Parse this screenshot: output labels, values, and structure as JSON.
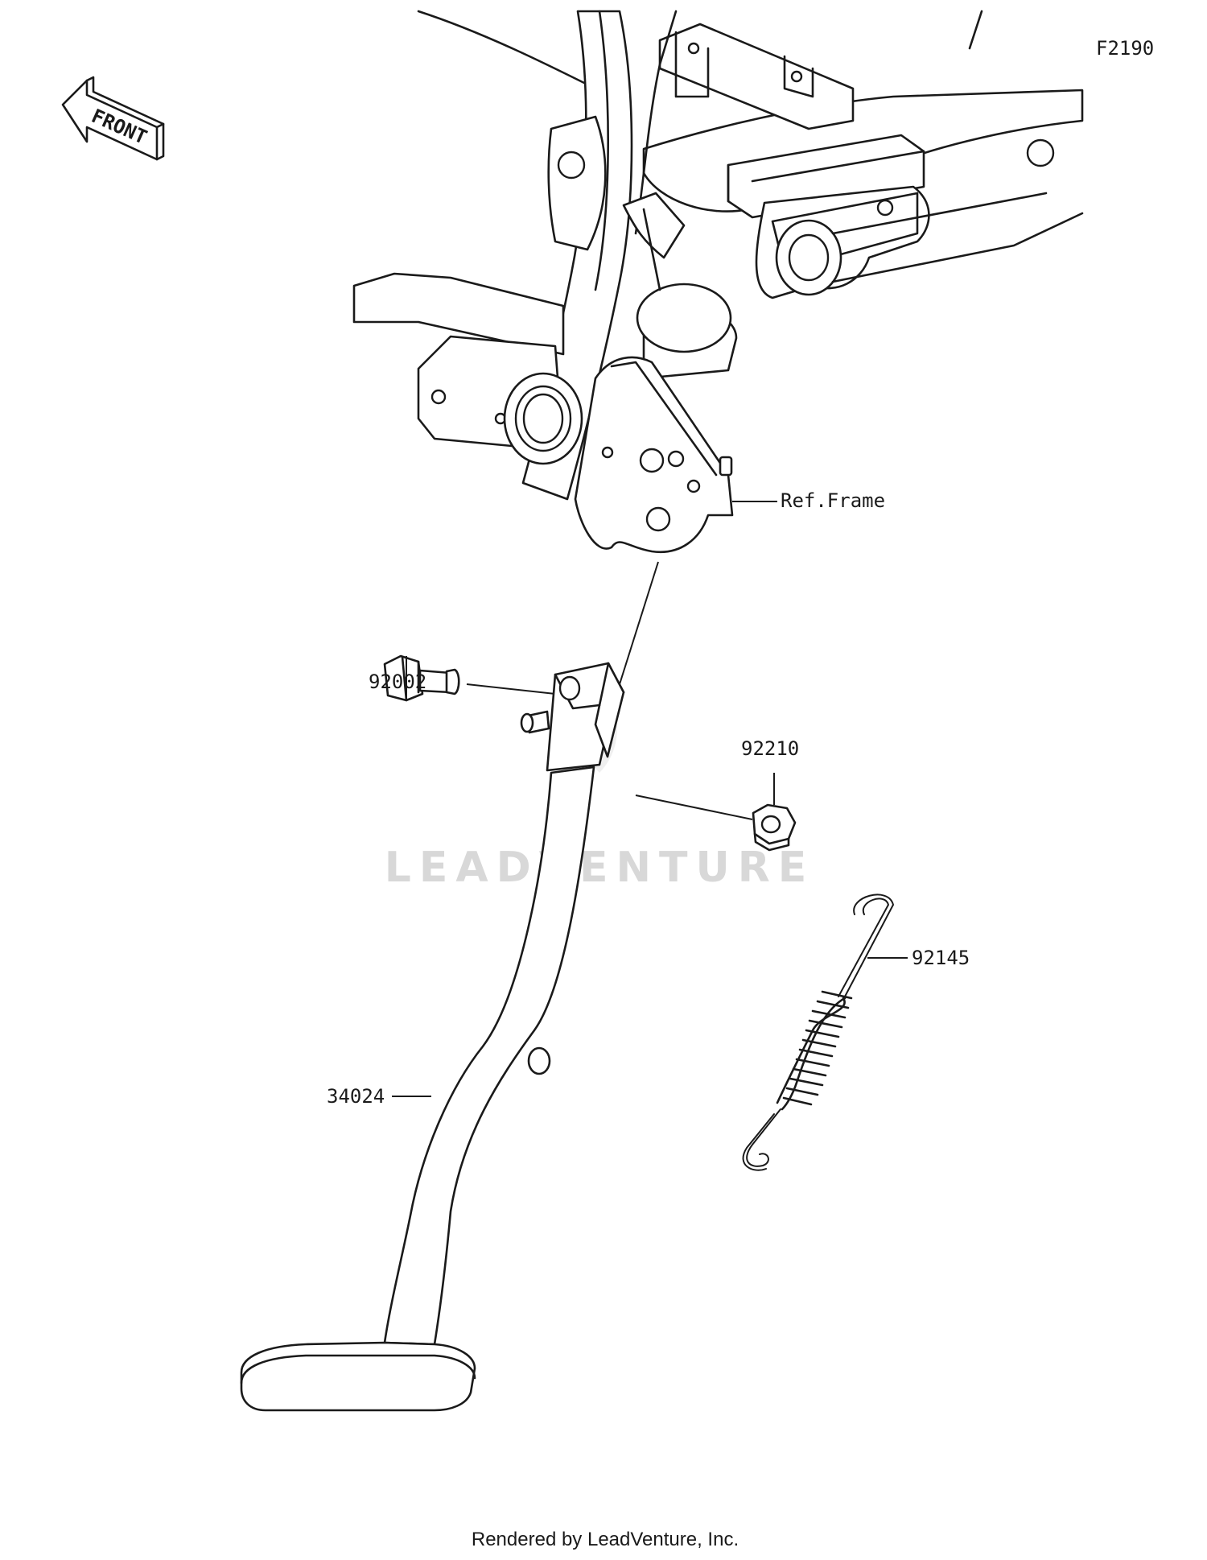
{
  "diagram": {
    "code": "F2190",
    "front_label": "FRONT",
    "frame_ref_label": "Ref.Frame",
    "watermark": "LEADVENTURE",
    "footer": "Rendered by LeadVenture, Inc.",
    "parts": [
      {
        "number": "92002"
      },
      {
        "number": "92210"
      },
      {
        "number": "92145"
      },
      {
        "number": "34024"
      }
    ]
  }
}
